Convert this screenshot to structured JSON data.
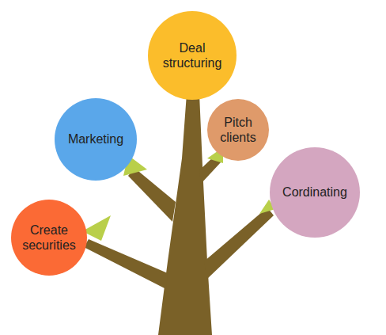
{
  "diagram": {
    "nodes": [
      {
        "text": [
          "Deal structuring"
        ]
      },
      {
        "text": [
          "Marketing"
        ]
      },
      {
        "text": [
          "Pitch clients"
        ]
      },
      {
        "text": [
          "Cordinating"
        ]
      },
      {
        "text": [
          "Create securities"
        ]
      }
    ]
  }
}
